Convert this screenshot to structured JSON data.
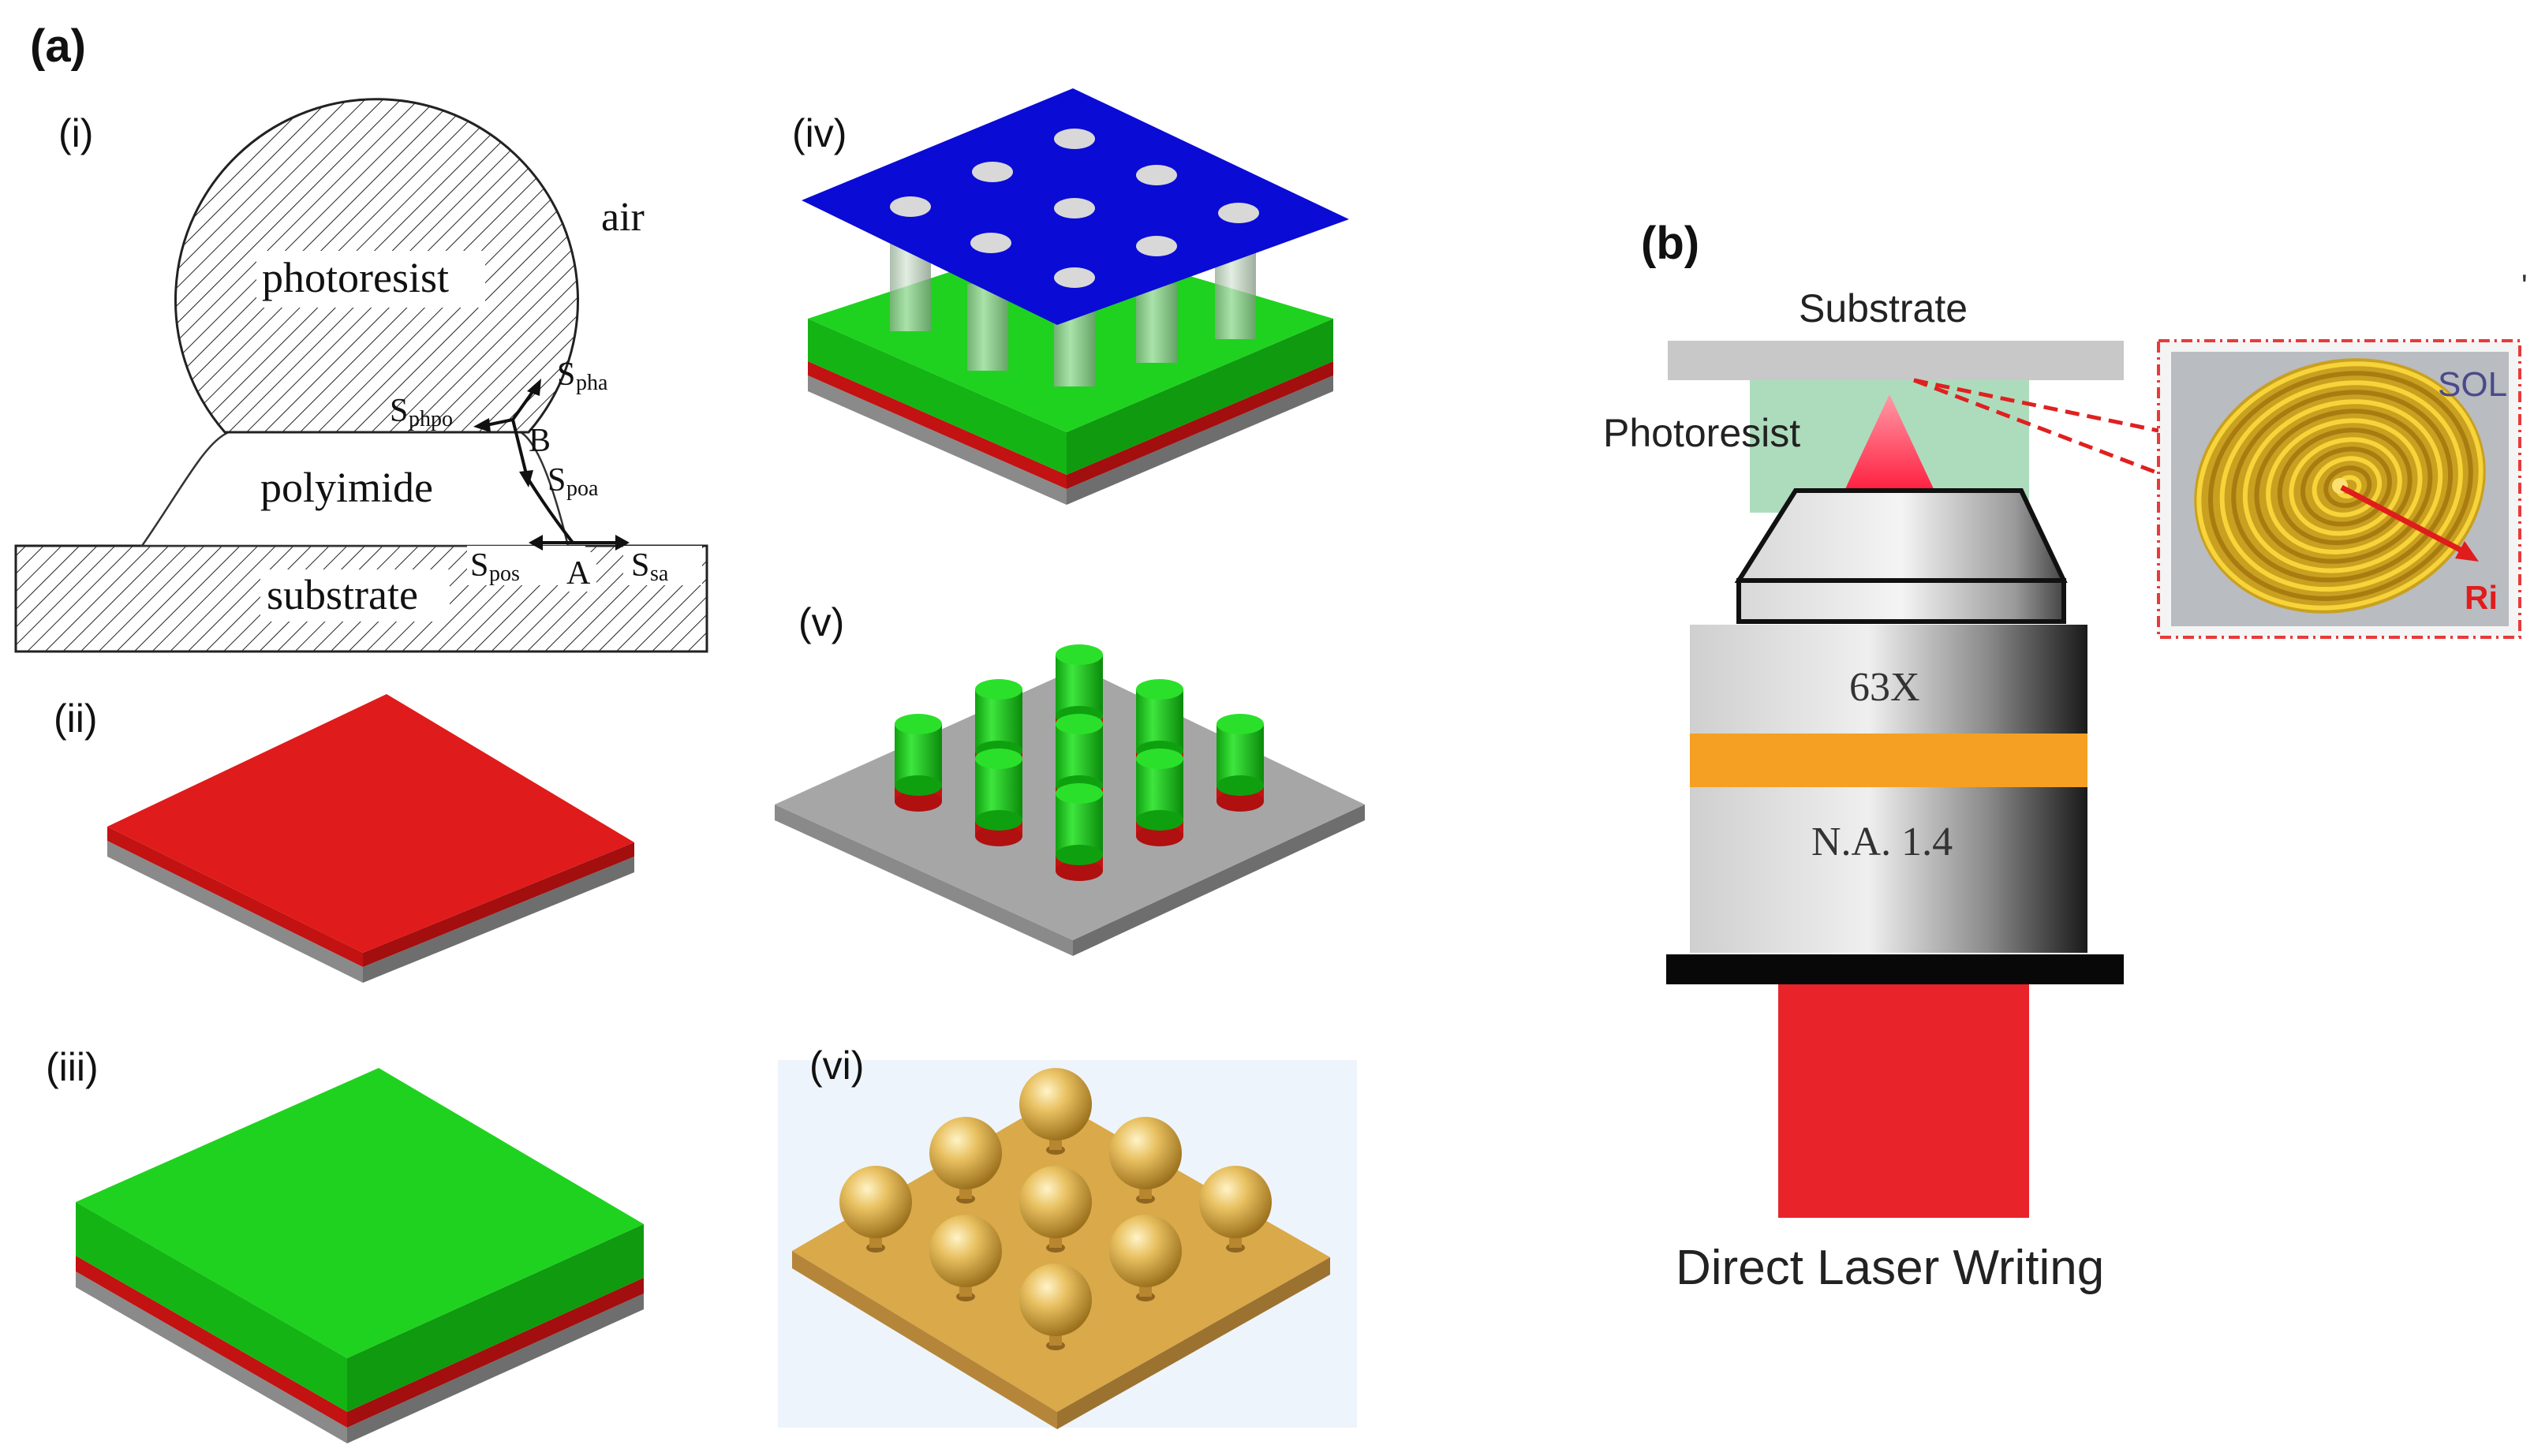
{
  "panel_a": {
    "label": "(a)",
    "sub_i": {
      "label": "(i)",
      "air": "air",
      "photoresist": "photoresist",
      "polyimide": "polyimide",
      "substrate": "substrate",
      "point_A": "A",
      "point_B": "B",
      "s_main": "S",
      "sub_pha": "pha",
      "sub_phpo": "phpo",
      "sub_poa": "poa",
      "sub_pos": "pos",
      "sub_sa": "sa"
    },
    "sub_ii": {
      "label": "(ii)"
    },
    "sub_iii": {
      "label": "(iii)"
    },
    "sub_iv": {
      "label": "(iv)"
    },
    "sub_v": {
      "label": "(v)"
    },
    "sub_vi": {
      "label": "(vi)"
    }
  },
  "panel_b": {
    "label": "(b)",
    "substrate": "Substrate",
    "photoresist": "Photoresist",
    "magnification": "63X",
    "na": "N.A. 1.4",
    "caption": "Direct Laser Writing",
    "inset_sol": "SOL",
    "inset_ri": "Ri"
  },
  "colors": {
    "red": "#e01b1b",
    "green": "#1fd21f",
    "blue": "#0b0bd6",
    "gray": "#a6a6a6",
    "gold": "#d9a94a",
    "orange": "#f5a023",
    "laser_red": "#e8242a"
  }
}
